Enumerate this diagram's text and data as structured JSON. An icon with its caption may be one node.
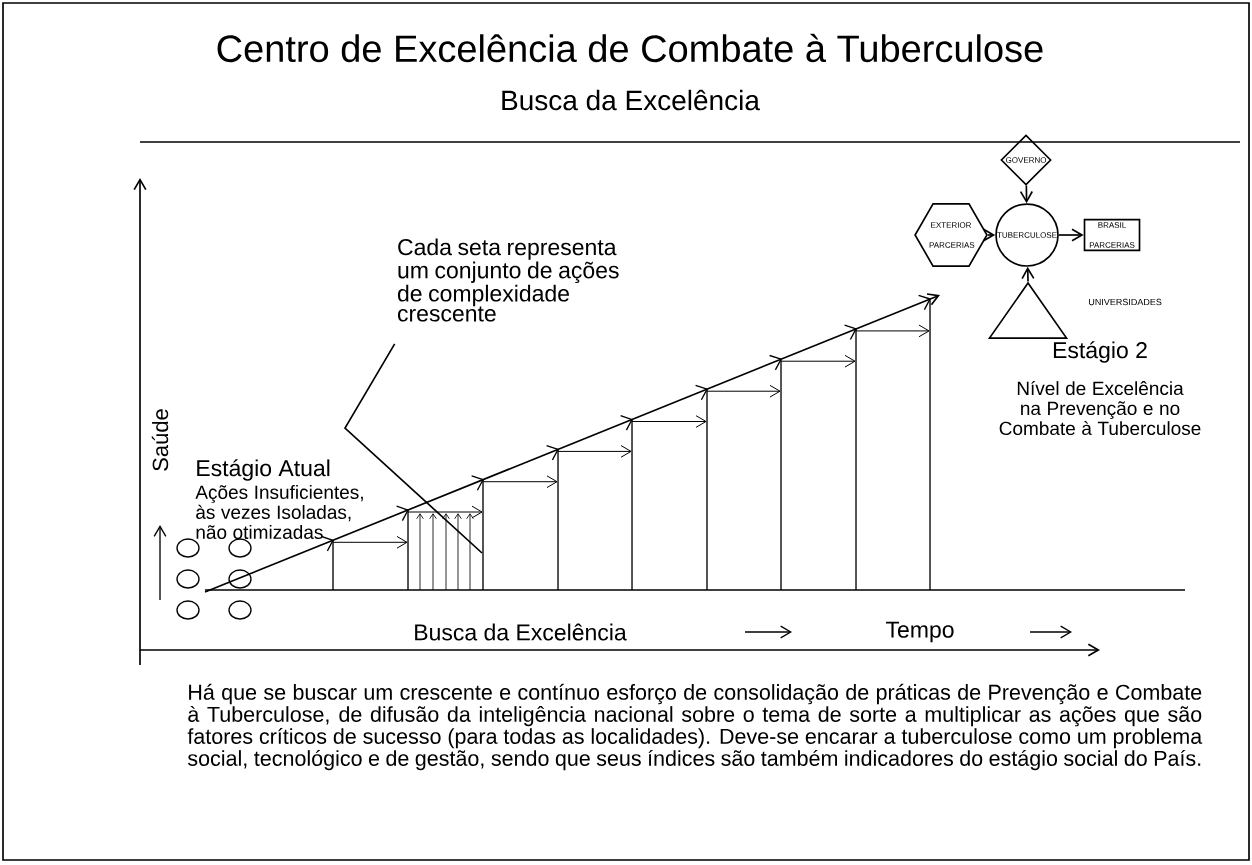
{
  "diagram": {
    "title": "Centro de Excelência de Combate à Tuberculose",
    "nodes": [
      {
        "text": [
          "Cada seta representa um conjunto de ações de complexidade crescente"
        ]
      },
      {
        "text": [
          "GOVERNO"
        ]
      },
      {
        "text": [
          "EXTERIOR PARCERIAS"
        ]
      },
      {
        "text": [
          "TUBERCULOSE"
        ]
      },
      {
        "text": [
          "BRASIL PARCERIAS"
        ]
      },
      {
        "text": [],
        "shape": "triangle",
        "beside": [
          "UNIVERSIDADES"
        ]
      }
    ],
    "edges": [
      {
        "from": 1,
        "to": 3,
        "arrow": "to"
      },
      {
        "from": 2,
        "to": 3,
        "arrow": "to"
      },
      {
        "from": 3,
        "to": 4,
        "arrow": "to"
      },
      {
        "from": 5,
        "to": 3,
        "arrow": "to"
      },
      {
        "from": 0,
        "to": null,
        "arrow": "none"
      }
    ],
    "labels": [
      "Busca da Excelência",
      "Estágio Atual",
      "Ações Insuficientes, às vezes Isoladas, não otimizadas",
      "Saúde",
      "Estágio 2",
      "Nível de Excelência na Prevenção e no Combate à Tuberculose",
      "Busca da Excelência",
      "Tempo",
      "Há que se buscar um crescente e contínuo esforço de consolidação de práticas de Prevenção e Combate à Tuberculose, de difusão da inteligência nacional sobre o tema de sorte a multiplicar as ações que são fatores críticos de sucesso (para todas as localidades). Deve-se encarar a tuberculose como um problema social, tecnológico e de gestão, sendo que seus índices são também indicadores do estágio social do País."
    ]
  }
}
